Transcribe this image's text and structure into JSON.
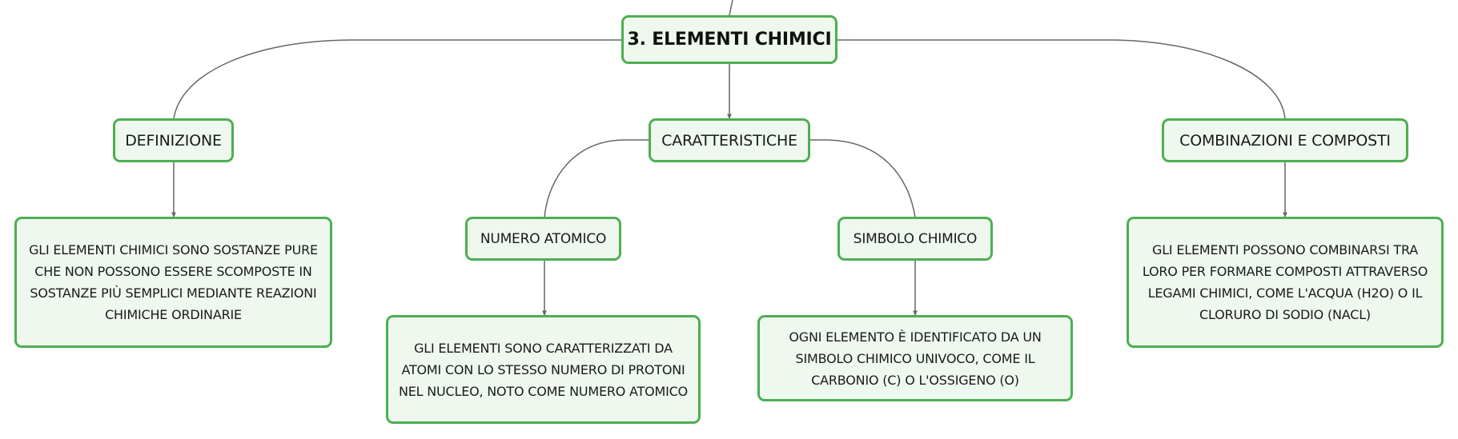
{
  "map": {
    "root": "3. ELEMENTI CHIMICI",
    "definizione": {
      "title": "DEFINIZIONE",
      "detail": "GLI ELEMENTI CHIMICI SONO SOSTANZE PURE CHE NON POSSONO ESSERE SCOMPOSTE IN SOSTANZE PIÙ SEMPLICI MEDIANTE REAZIONI CHIMICHE ORDINARIE"
    },
    "caratteristiche": {
      "title": "CARATTERISTICHE",
      "numero_atomico": {
        "title": "NUMERO ATOMICO",
        "detail": "GLI ELEMENTI SONO CARATTERIZZATI DA ATOMI CON LO STESSO NUMERO DI PROTONI NEL NUCLEO, NOTO COME NUMERO ATOMICO"
      },
      "simbolo_chimico": {
        "title": "SIMBOLO CHIMICO",
        "detail": "OGNI ELEMENTO È IDENTIFICATO DA UN SIMBOLO CHIMICO UNIVOCO, COME IL CARBONIO (C) O L'OSSIGENO (O)"
      }
    },
    "combinazioni": {
      "title": "COMBINAZIONI E COMPOSTI",
      "detail": "GLI ELEMENTI POSSONO COMBINARSI TRA LORO PER FORMARE COMPOSTI ATTRAVERSO LEGAMI CHIMICI, COME L'ACQUA (H2O) O IL CLORURO DI SODIO (NACL)"
    }
  },
  "colors": {
    "node_border": "#4caf50",
    "node_fill": "#eff8ef",
    "connector": "#666666",
    "text": "#1a1a1a"
  }
}
